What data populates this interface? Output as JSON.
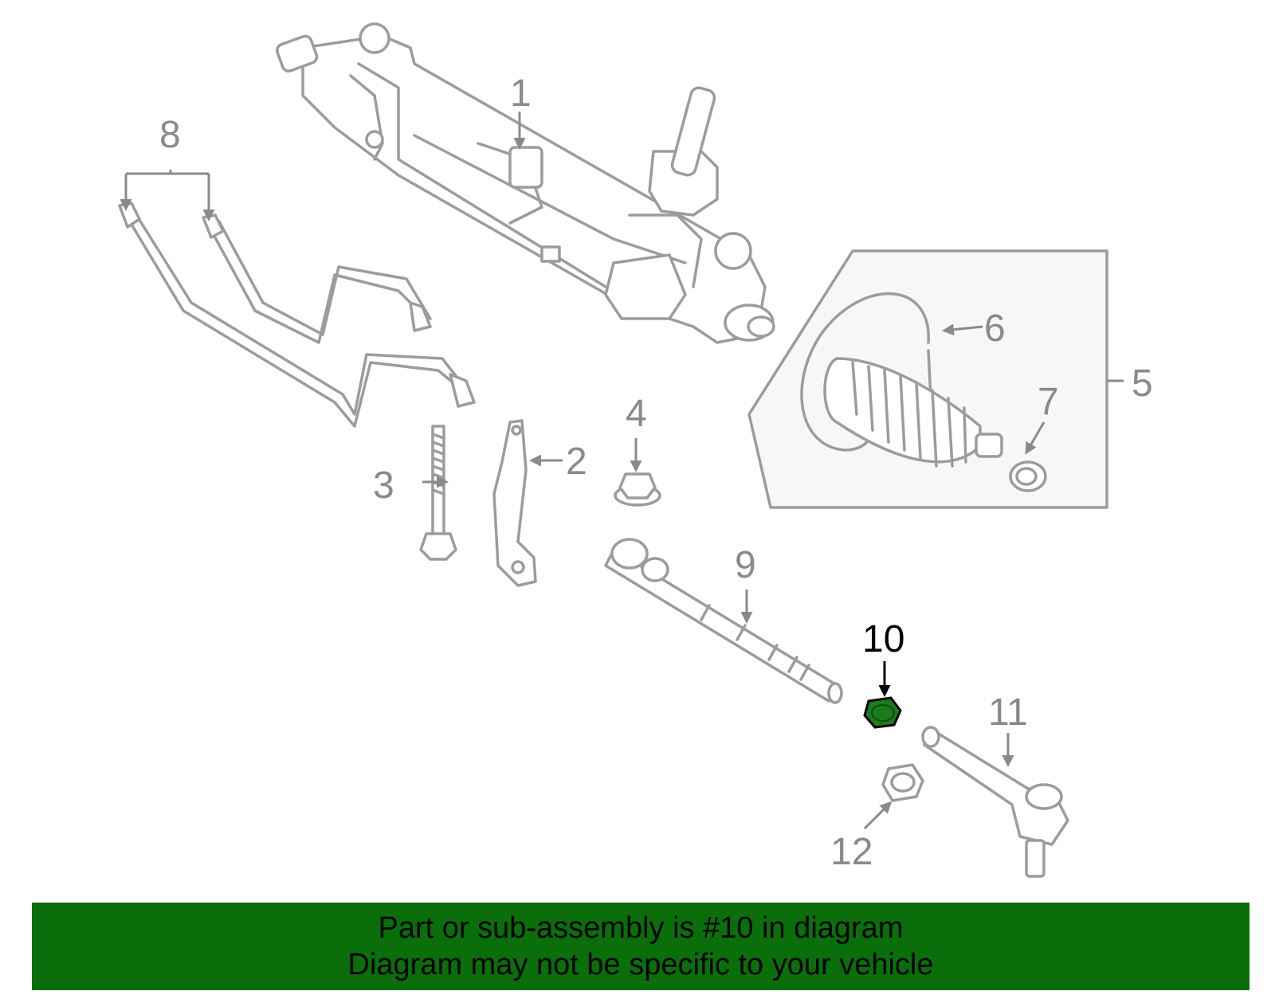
{
  "callouts": {
    "c1": "1",
    "c2": "2",
    "c3": "3",
    "c4": "4",
    "c5": "5",
    "c6": "6",
    "c7": "7",
    "c8": "8",
    "c9": "9",
    "c10": "10",
    "c11": "11",
    "c12": "12"
  },
  "highlight_color": "#1e7a1e",
  "banner": {
    "line1": "Part or sub-assembly is #10 in diagram",
    "line2": "Diagram may not be specific to your vehicle",
    "background": "#0a6e0a"
  }
}
